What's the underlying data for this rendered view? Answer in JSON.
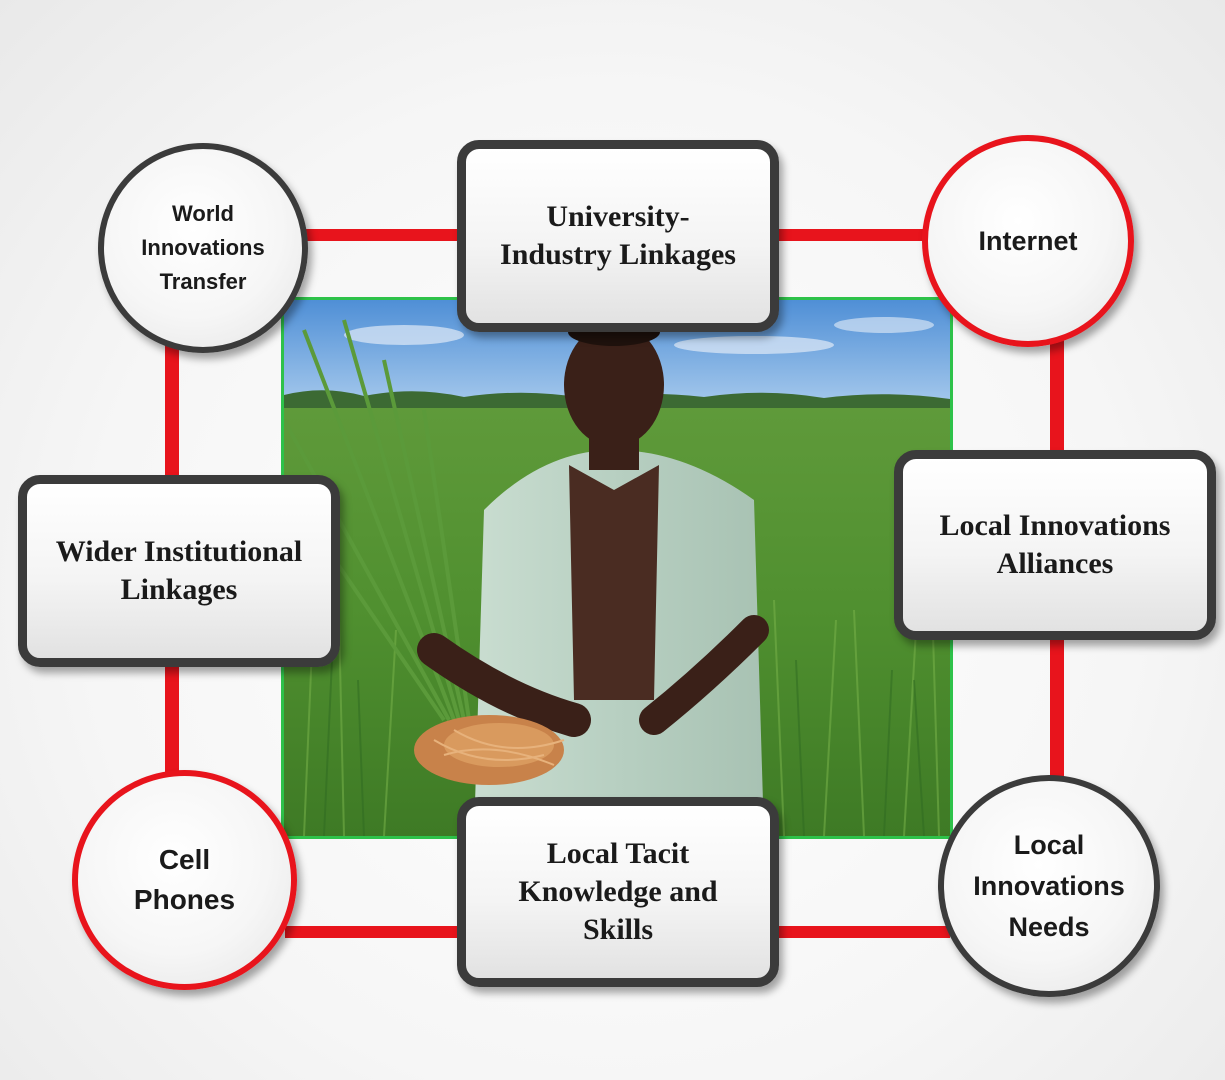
{
  "nodes": {
    "university_industry": "University-\nIndustry Linkages",
    "wider_institutional": "Wider Institutional\nLinkages",
    "local_innovations_alliances": "Local Innovations\nAlliances",
    "local_tacit_knowledge": "Local Tacit\nKnowledge and\nSkills",
    "world_innovations_transfer": "World\nInnovations\nTransfer",
    "internet": "Internet",
    "cell_phones": "Cell\nPhones",
    "local_innovations_needs": "Local\nInnovations\nNeeds"
  },
  "colors": {
    "connector": "#e8141c",
    "box_border": "#3b3b3b",
    "photo_border": "#2ec24a"
  }
}
